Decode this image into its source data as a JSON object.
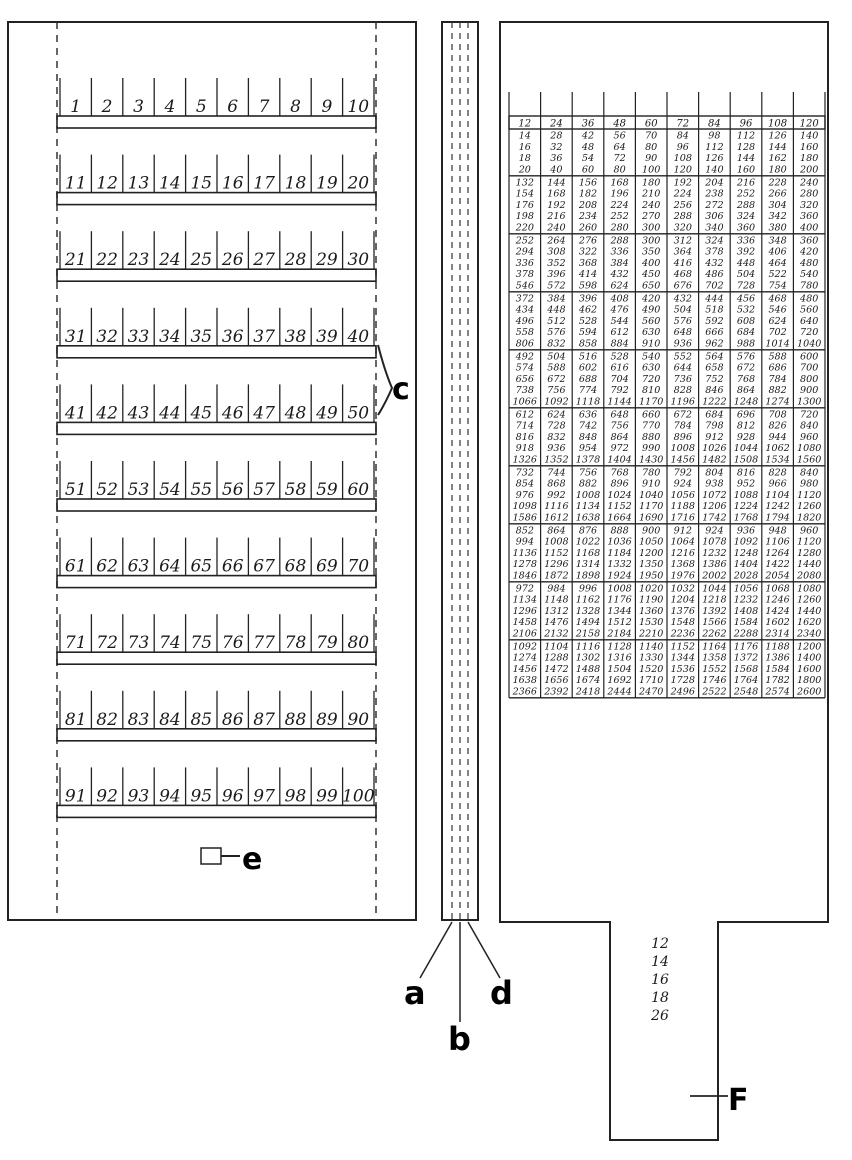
{
  "callouts": {
    "a": "a",
    "b": "b",
    "c": "c",
    "d": "d",
    "e": "e",
    "f": "F"
  },
  "left_panel": {
    "numbers": [
      "1",
      "2",
      "3",
      "4",
      "5",
      "6",
      "7",
      "8",
      "9",
      "10",
      "11",
      "12",
      "13",
      "14",
      "15",
      "16",
      "17",
      "18",
      "19",
      "20",
      "21",
      "22",
      "23",
      "24",
      "25",
      "26",
      "27",
      "28",
      "29",
      "30",
      "31",
      "32",
      "33",
      "34",
      "35",
      "36",
      "37",
      "38",
      "39",
      "40",
      "41",
      "42",
      "43",
      "44",
      "45",
      "46",
      "47",
      "48",
      "49",
      "50",
      "51",
      "52",
      "53",
      "54",
      "55",
      "56",
      "57",
      "58",
      "59",
      "60",
      "61",
      "62",
      "63",
      "64",
      "65",
      "66",
      "67",
      "68",
      "69",
      "70",
      "71",
      "72",
      "73",
      "74",
      "75",
      "76",
      "77",
      "78",
      "79",
      "80",
      "81",
      "82",
      "83",
      "84",
      "85",
      "86",
      "87",
      "88",
      "89",
      "90",
      "91",
      "92",
      "93",
      "94",
      "95",
      "96",
      "97",
      "98",
      "99",
      "100"
    ]
  },
  "right_panel": {
    "header": [
      "12",
      "24",
      "36",
      "48",
      "60",
      "72",
      "84",
      "96",
      "108",
      "120"
    ],
    "blocks": [
      [
        [
          "14",
          "28",
          "42",
          "56",
          "70",
          "84",
          "98",
          "112",
          "126",
          "140"
        ],
        [
          "16",
          "32",
          "48",
          "64",
          "80",
          "96",
          "112",
          "128",
          "144",
          "160"
        ],
        [
          "18",
          "36",
          "54",
          "72",
          "90",
          "108",
          "126",
          "144",
          "162",
          "180"
        ],
        [
          "20",
          "40",
          "60",
          "80",
          "100",
          "120",
          "140",
          "160",
          "180",
          "200"
        ]
      ],
      [
        [
          "132",
          "144",
          "156",
          "168",
          "180",
          "192",
          "204",
          "216",
          "228",
          "240"
        ],
        [
          "154",
          "168",
          "182",
          "196",
          "210",
          "224",
          "238",
          "252",
          "266",
          "280"
        ],
        [
          "176",
          "192",
          "208",
          "224",
          "240",
          "256",
          "272",
          "288",
          "304",
          "320"
        ],
        [
          "198",
          "216",
          "234",
          "252",
          "270",
          "288",
          "306",
          "324",
          "342",
          "360"
        ],
        [
          "220",
          "240",
          "260",
          "280",
          "300",
          "320",
          "340",
          "360",
          "380",
          "400"
        ]
      ],
      [
        [
          "252",
          "264",
          "276",
          "288",
          "300",
          "312",
          "324",
          "336",
          "348",
          "360"
        ],
        [
          "294",
          "308",
          "322",
          "336",
          "350",
          "364",
          "378",
          "392",
          "406",
          "420"
        ],
        [
          "336",
          "352",
          "368",
          "384",
          "400",
          "416",
          "432",
          "448",
          "464",
          "480"
        ],
        [
          "378",
          "396",
          "414",
          "432",
          "450",
          "468",
          "486",
          "504",
          "522",
          "540"
        ],
        [
          "546",
          "572",
          "598",
          "624",
          "650",
          "676",
          "702",
          "728",
          "754",
          "780"
        ]
      ],
      [
        [
          "372",
          "384",
          "396",
          "408",
          "420",
          "432",
          "444",
          "456",
          "468",
          "480"
        ],
        [
          "434",
          "448",
          "462",
          "476",
          "490",
          "504",
          "518",
          "532",
          "546",
          "560"
        ],
        [
          "496",
          "512",
          "528",
          "544",
          "560",
          "576",
          "592",
          "608",
          "624",
          "640"
        ],
        [
          "558",
          "576",
          "594",
          "612",
          "630",
          "648",
          "666",
          "684",
          "702",
          "720"
        ],
        [
          "806",
          "832",
          "858",
          "884",
          "910",
          "936",
          "962",
          "988",
          "1014",
          "1040"
        ]
      ],
      [
        [
          "492",
          "504",
          "516",
          "528",
          "540",
          "552",
          "564",
          "576",
          "588",
          "600"
        ],
        [
          "574",
          "588",
          "602",
          "616",
          "630",
          "644",
          "658",
          "672",
          "686",
          "700"
        ],
        [
          "656",
          "672",
          "688",
          "704",
          "720",
          "736",
          "752",
          "768",
          "784",
          "800"
        ],
        [
          "738",
          "756",
          "774",
          "792",
          "810",
          "828",
          "846",
          "864",
          "882",
          "900"
        ],
        [
          "1066",
          "1092",
          "1118",
          "1144",
          "1170",
          "1196",
          "1222",
          "1248",
          "1274",
          "1300"
        ]
      ],
      [
        [
          "612",
          "624",
          "636",
          "648",
          "660",
          "672",
          "684",
          "696",
          "708",
          "720"
        ],
        [
          "714",
          "728",
          "742",
          "756",
          "770",
          "784",
          "798",
          "812",
          "826",
          "840"
        ],
        [
          "816",
          "832",
          "848",
          "864",
          "880",
          "896",
          "912",
          "928",
          "944",
          "960"
        ],
        [
          "918",
          "936",
          "954",
          "972",
          "990",
          "1008",
          "1026",
          "1044",
          "1062",
          "1080"
        ],
        [
          "1326",
          "1352",
          "1378",
          "1404",
          "1430",
          "1456",
          "1482",
          "1508",
          "1534",
          "1560"
        ]
      ],
      [
        [
          "732",
          "744",
          "756",
          "768",
          "780",
          "792",
          "804",
          "816",
          "828",
          "840"
        ],
        [
          "854",
          "868",
          "882",
          "896",
          "910",
          "924",
          "938",
          "952",
          "966",
          "980"
        ],
        [
          "976",
          "992",
          "1008",
          "1024",
          "1040",
          "1056",
          "1072",
          "1088",
          "1104",
          "1120"
        ],
        [
          "1098",
          "1116",
          "1134",
          "1152",
          "1170",
          "1188",
          "1206",
          "1224",
          "1242",
          "1260"
        ],
        [
          "1586",
          "1612",
          "1638",
          "1664",
          "1690",
          "1716",
          "1742",
          "1768",
          "1794",
          "1820"
        ]
      ],
      [
        [
          "852",
          "864",
          "876",
          "888",
          "900",
          "912",
          "924",
          "936",
          "948",
          "960"
        ],
        [
          "994",
          "1008",
          "1022",
          "1036",
          "1050",
          "1064",
          "1078",
          "1092",
          "1106",
          "1120"
        ],
        [
          "1136",
          "1152",
          "1168",
          "1184",
          "1200",
          "1216",
          "1232",
          "1248",
          "1264",
          "1280"
        ],
        [
          "1278",
          "1296",
          "1314",
          "1332",
          "1350",
          "1368",
          "1386",
          "1404",
          "1422",
          "1440"
        ],
        [
          "1846",
          "1872",
          "1898",
          "1924",
          "1950",
          "1976",
          "2002",
          "2028",
          "2054",
          "2080"
        ]
      ],
      [
        [
          "972",
          "984",
          "996",
          "1008",
          "1020",
          "1032",
          "1044",
          "1056",
          "1068",
          "1080"
        ],
        [
          "1134",
          "1148",
          "1162",
          "1176",
          "1190",
          "1204",
          "1218",
          "1232",
          "1246",
          "1260"
        ],
        [
          "1296",
          "1312",
          "1328",
          "1344",
          "1360",
          "1376",
          "1392",
          "1408",
          "1424",
          "1440"
        ],
        [
          "1458",
          "1476",
          "1494",
          "1512",
          "1530",
          "1548",
          "1566",
          "1584",
          "1602",
          "1620"
        ],
        [
          "2106",
          "2132",
          "2158",
          "2184",
          "2210",
          "2236",
          "2262",
          "2288",
          "2314",
          "2340"
        ]
      ],
      [
        [
          "1092",
          "1104",
          "1116",
          "1128",
          "1140",
          "1152",
          "1164",
          "1176",
          "1188",
          "1200"
        ],
        [
          "1274",
          "1288",
          "1302",
          "1316",
          "1330",
          "1344",
          "1358",
          "1372",
          "1386",
          "1400"
        ],
        [
          "1456",
          "1472",
          "1488",
          "1504",
          "1520",
          "1536",
          "1552",
          "1568",
          "1584",
          "1600"
        ],
        [
          "1638",
          "1656",
          "1674",
          "1692",
          "1710",
          "1728",
          "1746",
          "1764",
          "1782",
          "1800"
        ],
        [
          "2366",
          "2392",
          "2418",
          "2444",
          "2470",
          "2496",
          "2522",
          "2548",
          "2574",
          "2600"
        ]
      ]
    ],
    "tab_labels": [
      "12",
      "14",
      "16",
      "18",
      "26"
    ]
  }
}
